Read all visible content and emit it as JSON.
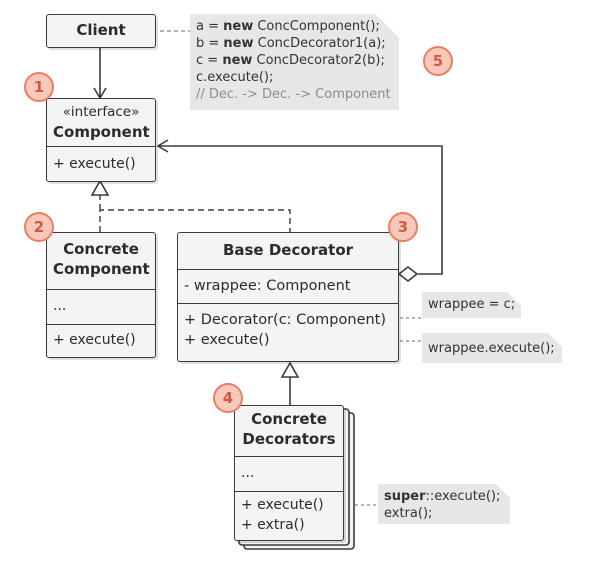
{
  "client": {
    "label": "Client"
  },
  "component": {
    "stereotype": "«interface»",
    "name": "Component",
    "method": "+ execute()"
  },
  "concrete_component": {
    "name_line1": "Concrete",
    "name_line2": "Component",
    "fields": "...",
    "method": "+ execute()"
  },
  "base_decorator": {
    "name": "Base Decorator",
    "field": "- wrappee: Component",
    "constructor": "+ Decorator(c: Component)",
    "method": "+ execute()"
  },
  "concrete_decorators": {
    "name_line1": "Concrete",
    "name_line2": "Decorators",
    "fields": "...",
    "method1": "+ execute()",
    "method2": "+ extra()"
  },
  "client_note": {
    "lines": [
      {
        "prefix": "a = ",
        "kw": "new",
        "rest": " ConcComponent();"
      },
      {
        "prefix": "b = ",
        "kw": "new",
        "rest": " ConcDecorator1(a);"
      },
      {
        "prefix": "c = ",
        "kw": "new",
        "rest": " ConcDecorator2(b);"
      },
      {
        "prefix": "c.execute();",
        "kw": "",
        "rest": ""
      }
    ],
    "comment": "// Dec. -> Dec. -> Component"
  },
  "constructor_note": {
    "text": "wrappee = c;"
  },
  "execute_note": {
    "text": "wrappee.execute();"
  },
  "extra_note": {
    "kw": "super",
    "line1_rest": "::execute();",
    "line2": "extra();"
  },
  "badges": [
    "1",
    "2",
    "3",
    "4",
    "5"
  ],
  "colors": {
    "badge_fill": "#f7c9bb",
    "badge_border": "#ea7e63",
    "badge_text": "#d25a3e",
    "note_fill": "#e7e7e7",
    "box_fill": "#f4f4f4",
    "line": "#3b3b3b"
  }
}
